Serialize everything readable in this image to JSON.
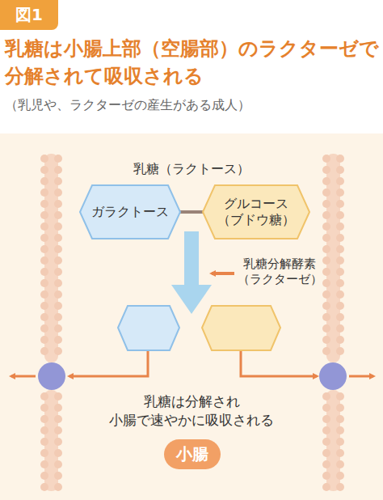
{
  "diagram": {
    "title": "乳糖は小腸上部（空腸部）のラクターゼで 分解されて吸収される",
    "nodes": [
      {
        "text": [
          "図1"
        ]
      },
      {
        "text": [
          "ガラクトース"
        ]
      },
      {
        "text": [
          "グルコース （ブドウ糖）"
        ]
      },
      {
        "text": [
          "小腸"
        ]
      }
    ],
    "edges": [
      {
        "from": 1,
        "to": 2,
        "arrow": "none"
      }
    ],
    "labels": [
      "（乳児や、ラクターゼの産生がある成人）",
      "乳糖（ラクトース）",
      "乳糖分解酵素 （ラクターゼ）",
      "乳糖は分解され 小腸で速やかに吸収される"
    ]
  }
}
